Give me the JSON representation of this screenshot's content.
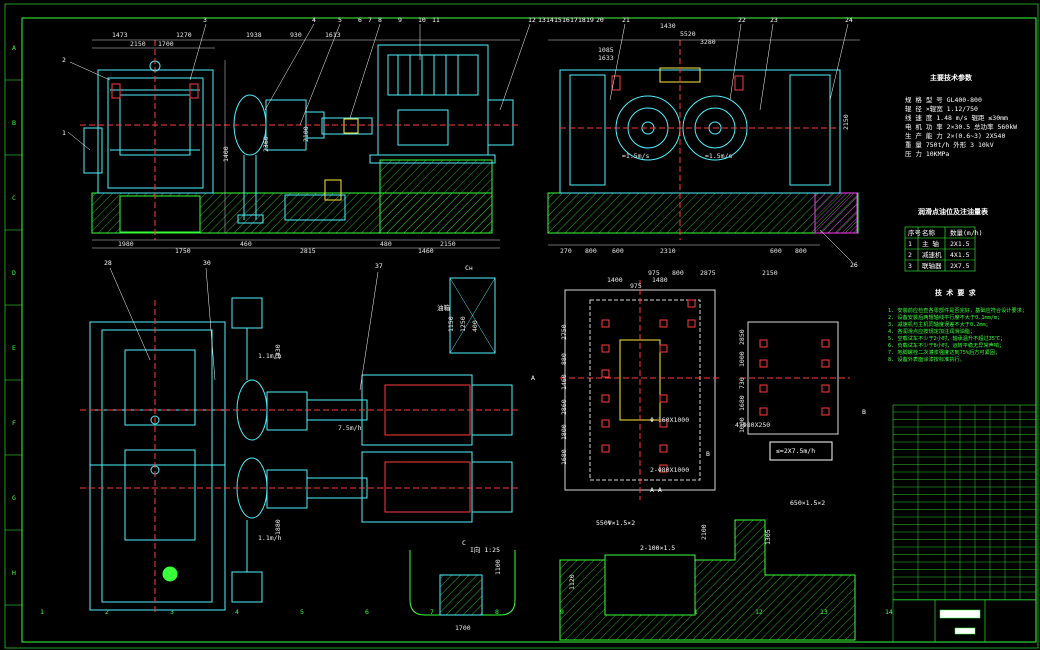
{
  "colors": {
    "frame": "#39ff39",
    "dim": "#d8d8d8",
    "machine": "#4ff0ff",
    "hatch": "#39ff39",
    "leader": "#ffffff",
    "accent_red": "#ff3b3b",
    "accent_magenta": "#ff3bff",
    "accent_yellow": "#ffe93b",
    "accent_blue": "#3b5cff"
  },
  "front_view": {
    "top_dims": [
      "1473",
      "1270",
      "1938",
      "930",
      "1613"
    ],
    "sub_dims": [
      "2150",
      "1700"
    ],
    "bottom_dims": [
      "1980",
      "1750",
      "460",
      "2815",
      "480",
      "1460",
      "2150"
    ],
    "side_dims": [
      "1400",
      "2360",
      "2100"
    ],
    "part_labels": [
      "1",
      "2",
      "3",
      "4",
      "5",
      "6",
      "7",
      "8",
      "9",
      "10",
      "11",
      "12",
      "13",
      "14",
      "15",
      "16",
      "17",
      "18",
      "19",
      "20"
    ]
  },
  "side_view": {
    "top_dims": [
      "1430",
      "5520",
      "3280"
    ],
    "left_dims": [
      "1085",
      "1633"
    ],
    "bottom_dims": [
      "270",
      "800",
      "600",
      "2310",
      "600",
      "800"
    ],
    "part_labels": [
      "21",
      "22",
      "23",
      "24",
      "26"
    ],
    "roll_speed_1": "≈1.5m/s",
    "roll_speed_2": "≈1.5m/s",
    "height_dim": "2150"
  },
  "plan_view": {
    "part_labels": [
      "28",
      "30",
      "37"
    ],
    "speed_upper": "1.1m/h",
    "speed_mid": "7.5m/h",
    "speed_lower": "1.1m/h",
    "dims": [
      "1830",
      "1880"
    ]
  },
  "spec_panel": {
    "title": "主要技术参数",
    "rows": [
      "规 格 型 号 GL400-800",
      "辊 径 ×辊宽  1.12/750",
      "线 速 度 1.48 m/s  辊距 ≤30mm",
      "电 机 功 率  2×30.5  总功率 560kW",
      "生 产 能 力 2×(0.6~3)  2X540",
      "重 量 750t/h  外形 3  10kV",
      "压 力  10KMPa"
    ],
    "table_title": "润滑点油位及注油量表",
    "table_header": [
      "序号",
      "名称",
      "数量(m/h)"
    ],
    "table_rows": [
      [
        "1",
        "主 轴",
        "2X1.5"
      ],
      [
        "2",
        "减速机",
        "4X1.5"
      ],
      [
        "3",
        "联轴器",
        "2X7.5"
      ]
    ],
    "notes_title": "技 术 要 求",
    "notes": [
      "1. 安装前应检查各零部件是否完好，基础应符合设计要求；",
      "2. 设备安装后两辊轴线平行度不大于0.1mm/m；",
      "3. 减速机与主机同轴度误差不大于0.2mm；",
      "4. 各润滑点应按规定加注润滑油脂；",
      "5. 空载试车不少于2小时，轴承温升不超过35℃；",
      "6. 负载试车不少于8小时，运转平稳无异常声响；",
      "7. 地脚螺栓二次灌浆强度达到75%后方可紧固；",
      "8. 设备外表面涂漆按标准执行。"
    ]
  },
  "foundation_plan": {
    "top_dims": [
      "1400",
      "975",
      "1480",
      "800",
      "975",
      "2875",
      "2150"
    ],
    "left_dims": [
      "2750",
      "880",
      "1460",
      "2860",
      "1800",
      "1680"
    ],
    "right_dims": [
      "2850",
      "1000",
      "730",
      "1680",
      "1000"
    ],
    "labels": [
      "4-Φ80X250",
      "Φ-160X1000",
      "2-Φ80X1000"
    ],
    "note_box": "≤≈2X7.5m/h",
    "section_a": "A",
    "section_b": "B"
  },
  "section_view": {
    "title": "A—A",
    "labels": [
      "550Ψ×1.5×2",
      "2-100×1.5",
      "650×1.5×2"
    ],
    "dims": [
      "1120",
      "2100",
      "1305"
    ]
  },
  "detail_view": {
    "top_label": "C",
    "dims": [
      "1700",
      "1100"
    ],
    "label": "I向 1:25"
  },
  "sub_detail": {
    "label_top": "Cн",
    "dims": [
      "1150",
      "1250",
      "400"
    ],
    "side_label": "油箱"
  },
  "frame": {
    "left_marks": [
      "A",
      "B",
      "C",
      "D",
      "E",
      "F",
      "G",
      "H"
    ],
    "bottom_numbers": [
      "1",
      "2",
      "3",
      "4",
      "5",
      "6",
      "7",
      "8",
      "9",
      "10",
      "11",
      "12",
      "13",
      "14"
    ]
  }
}
